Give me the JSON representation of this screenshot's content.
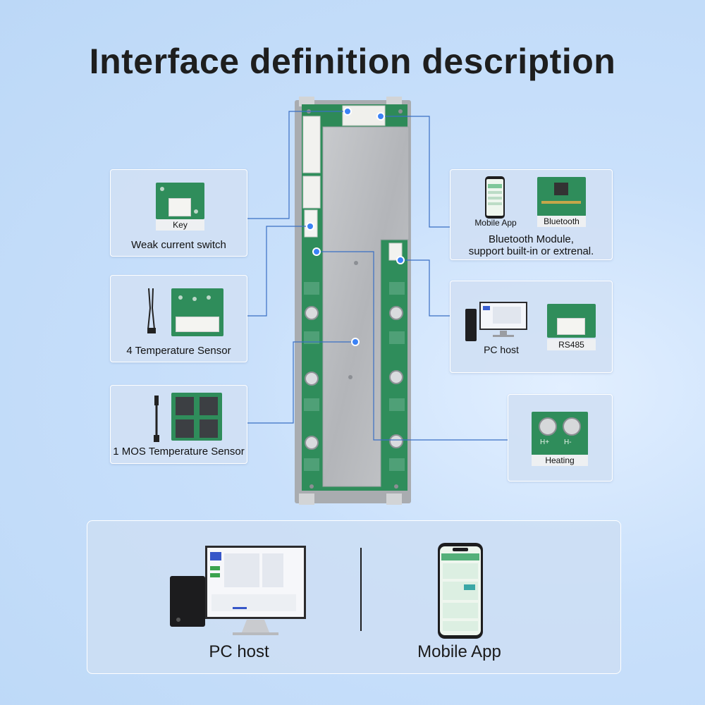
{
  "title": "Interface definition description",
  "colors": {
    "background": "#c9e0fb",
    "connector_line": "#3a6fc4",
    "connector_dot": "#3b82f6",
    "pcb_green": "#2f8d5b",
    "aluminum": "#b9bbbf"
  },
  "left_cards": {
    "key": {
      "label": "Key",
      "caption": "Weak current switch"
    },
    "temp4": {
      "caption": "4 Temperature Sensor"
    },
    "mos": {
      "caption": "1 MOS Temperature Sensor"
    }
  },
  "right_cards": {
    "bluetooth": {
      "app_label": "Mobile App",
      "module_label": "Bluetooth",
      "caption_line1": "Bluetooth Module,",
      "caption_line2": "support built-in or extrenal."
    },
    "rs485": {
      "pc_label": "PC host",
      "module_label": "RS485"
    },
    "heating": {
      "label": "Heating",
      "h_plus": "H+",
      "h_minus": "H-"
    }
  },
  "bottom": {
    "pc_label": "PC host",
    "app_label": "Mobile App"
  },
  "icons": [
    "tower-pc-icon",
    "monitor-icon",
    "smartphone-icon",
    "temperature-probe-icon",
    "bluetooth-chip-icon",
    "connector-icon"
  ]
}
